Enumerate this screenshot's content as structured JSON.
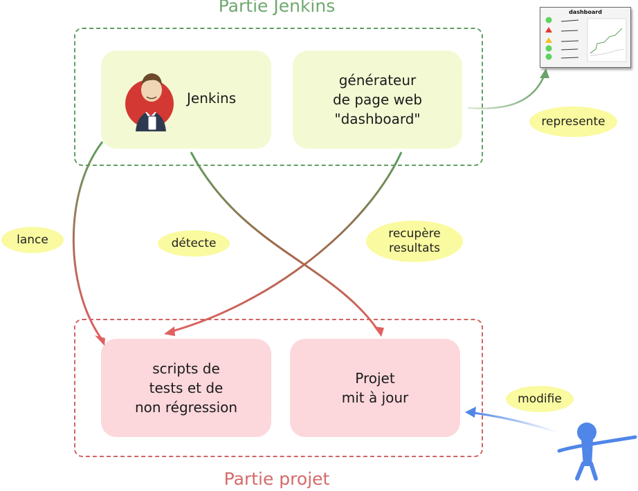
{
  "groups": {
    "jenkins_title": "Partie Jenkins",
    "projet_title": "Partie projet"
  },
  "nodes": {
    "jenkins": "Jenkins",
    "generator": "générateur\nde page web\n\"dashboard\"",
    "scripts": "scripts de\ntests et de\nnon régression",
    "projet": "Projet\nmit à jour"
  },
  "edges": {
    "lance": "lance",
    "detecte": "détecte",
    "recupere": "recupère\nresultats",
    "represente": "represente",
    "modifie": "modifie"
  },
  "dashboard": {
    "title": "dashboard",
    "statuses": [
      "green-circle",
      "red-triangle",
      "yellow-triangle",
      "green-circle",
      "green-circle"
    ]
  },
  "colors": {
    "jenkins_frame": "#5f9e63",
    "projet_frame": "#d06464",
    "green_box": "#f3fad3",
    "pink_box": "#fcd7dc",
    "label_bubble": "#fafaa0",
    "user": "#4f86e8"
  }
}
